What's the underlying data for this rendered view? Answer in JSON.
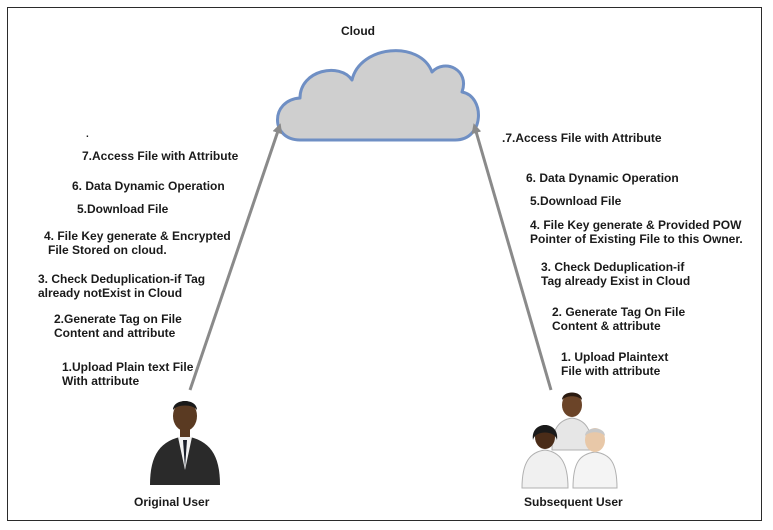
{
  "cloud_label": "Cloud",
  "left_steps": [
    {
      "line1": ".",
      "line2": ""
    },
    {
      "line1": "7.Access File with Attribute",
      "line2": ""
    },
    {
      "line1": "6. Data Dynamic Operation",
      "line2": ""
    },
    {
      "line1": "5.Download File",
      "line2": ""
    },
    {
      "line1": "4. File Key generate & Encrypted",
      "line2": "File Stored on cloud."
    },
    {
      "line1": "3. Check Deduplication-if Tag",
      "line2": "already notExist in Cloud"
    },
    {
      "line1": "2.Generate Tag on File",
      "line2": "Content and attribute"
    },
    {
      "line1": "1.Upload Plain text File",
      "line2": "With attribute"
    }
  ],
  "right_steps": [
    {
      "line1": ".7.Access File with Attribute",
      "line2": ""
    },
    {
      "line1": "6. Data Dynamic Operation",
      "line2": ""
    },
    {
      "line1": "5.Download File",
      "line2": ""
    },
    {
      "line1": "4. File Key generate & Provided POW",
      "line2": "Pointer of Existing File to this Owner."
    },
    {
      "line1": "3. Check Deduplication-if",
      "line2": "Tag already Exist in Cloud"
    },
    {
      "line1": "2. Generate Tag On File",
      "line2": "Content & attribute"
    },
    {
      "line1": "1. Upload Plaintext",
      "line2": "File with attribute"
    }
  ],
  "original_user_label": "Original User",
  "subsequent_user_label": "Subsequent User",
  "colors": {
    "cloud_fill": "#cfcfcf",
    "cloud_stroke": "#6f8fc4",
    "arrow": "#8a8a8a",
    "skin": "#5a3a22",
    "suit": "#2a2a2a",
    "shirt_white": "#f2f2f2"
  }
}
